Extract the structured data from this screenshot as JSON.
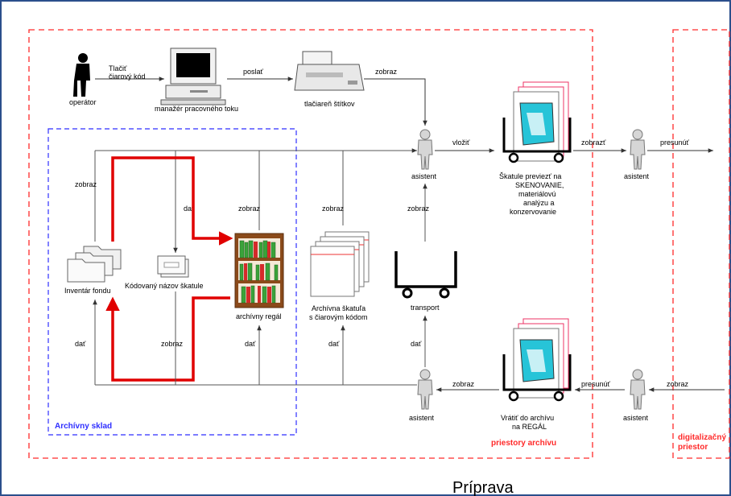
{
  "colors": {
    "red_zone": "#ff2a2a",
    "blue_zone": "#2f2fff",
    "red_arrow": "#e00000",
    "line": "#555555"
  },
  "zones": {
    "archive_store": "Archívny sklad",
    "archive_premises": "priestory archívu",
    "digitization_line1": "digitalizačný",
    "digitization_line2": "priestor"
  },
  "nodes": {
    "operator": "operátor",
    "workflow_manager": "manažér pracovného toku",
    "label_printer": "tlačiareň štítkov",
    "assistant_top": "asistent",
    "cart_top_line1": "Škatule previezť na",
    "cart_top_line2": "SKENOVANIE,",
    "cart_top_line3": "materiálovú",
    "cart_top_line4": "analýzu a",
    "cart_top_line5": "konzervovanie",
    "assistant_top_right": "asistent",
    "inventory": "Inventár fondu",
    "coded_box_name": "Kódovaný názov škatule",
    "archive_shelf": "archívny regál",
    "archive_box_line1": "Archívna škatuľa",
    "archive_box_line2": "s čiarovým kódom",
    "transport": "transport",
    "assistant_bottom": "asistent",
    "cart_bottom_line1": "Vrátiť do archívu",
    "cart_bottom_line2": "na REGÁL",
    "assistant_bottom_right": "asistent"
  },
  "edges": {
    "print_barcode_line1": "Tlačiť",
    "print_barcode_line2": "čiarový kód",
    "send": "poslať",
    "show_printer": "zobraz",
    "insert": "vložiť",
    "show_cart": "zobrazť",
    "move_right": "presunúť",
    "show_inventory": "zobraz",
    "give_coded": "dať",
    "show_shelf": "zobraz",
    "show_box": "zobraz",
    "show_transport": "zobraz",
    "give_inventory": "dať",
    "show_coded_bottom": "zobraz",
    "give_shelf": "dať",
    "give_box": "dať",
    "give_transport": "dať",
    "show_return": "zobraz",
    "move_back": "presunúť",
    "show_incoming": "zobraz"
  },
  "footer": {
    "title": "Príprava"
  }
}
